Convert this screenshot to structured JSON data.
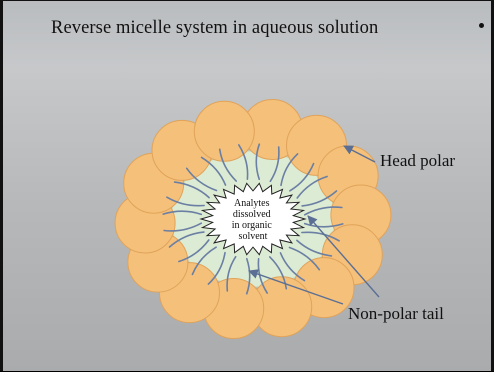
{
  "slide": {
    "title": "Reverse micelle system in aqueous solution"
  },
  "diagram": {
    "core_label": [
      "Analytes",
      "dissolved",
      "in organic",
      "solvent"
    ],
    "head_label": "Head polar",
    "tail_label": "Non-polar tail",
    "colors": {
      "head_fill": "#f5c07a",
      "head_stroke": "#e0a35a",
      "core_fill": "#dcebd4",
      "tail_stroke": "#6a7fa3",
      "arrow": "#5b6f95",
      "background": "#bfc1c3"
    }
  }
}
